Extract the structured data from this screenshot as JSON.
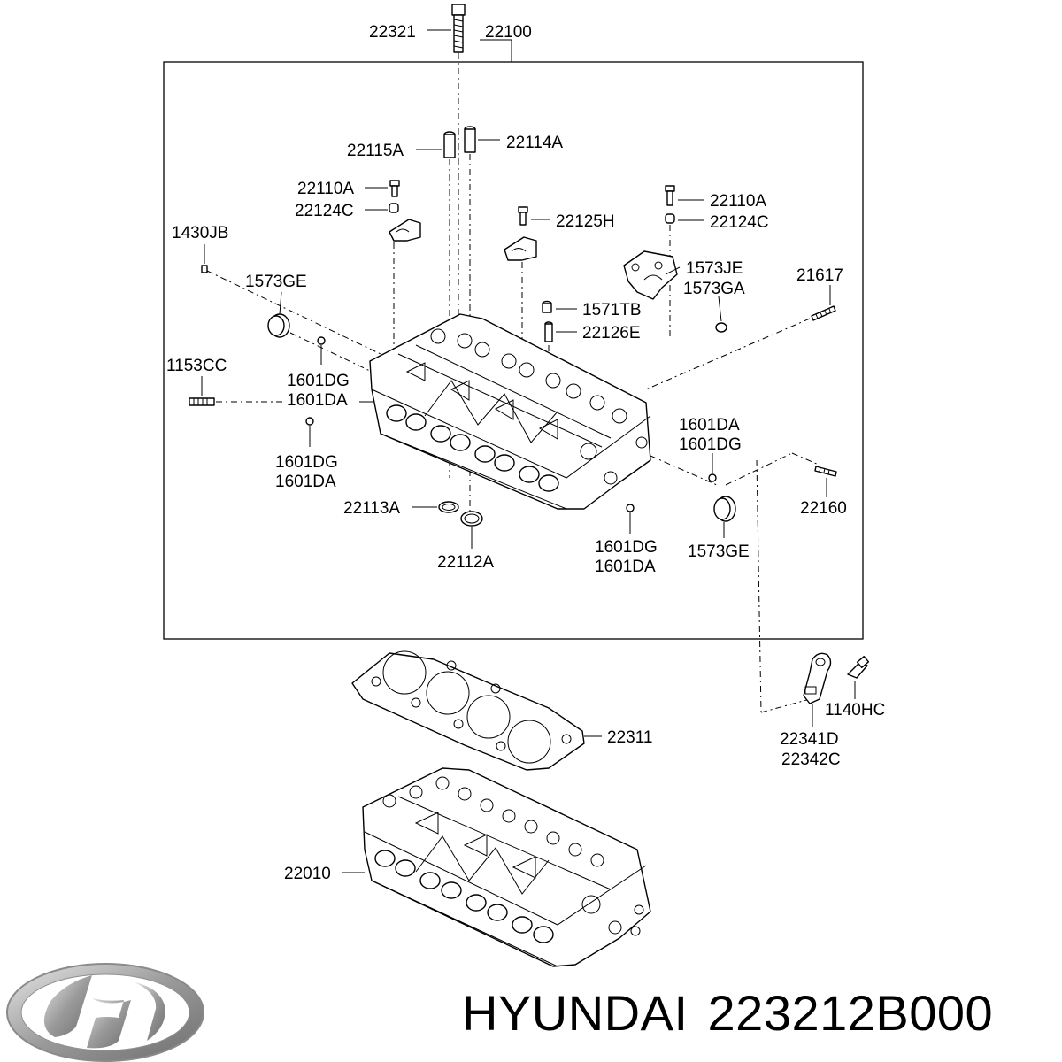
{
  "diagram": {
    "labels": {
      "l22321": "22321",
      "l22100": "22100",
      "l22115A": "22115A",
      "l22114A": "22114A",
      "l22110A_left": "22110A",
      "l22124C_left": "22124C",
      "l22110A_right": "22110A",
      "l22124C_right": "22124C",
      "l22125H": "22125H",
      "l1430JB": "1430JB",
      "l1573GE_top": "1573GE",
      "l1573JE": "1573JE",
      "l1573GA": "1573GA",
      "l21617": "21617",
      "l1571TB": "1571TB",
      "l22126E": "22126E",
      "l1153CC": "1153CC",
      "l1601DG_a": "1601DG",
      "l1601DA_a": "1601DA",
      "l1601DA_b": "1601DA",
      "l1601DG_b": "1601DG",
      "l1601DG_c": "1601DG",
      "l1601DA_c": "1601DA",
      "l22160": "22160",
      "l22113A": "22113A",
      "l22112A": "22112A",
      "l1601DG_d": "1601DG",
      "l1601DA_d": "1601DA",
      "l1573GE_bottom": "1573GE",
      "l1140HC": "1140HC",
      "l22311": "22311",
      "l22341D": "22341D",
      "l22342C": "22342C",
      "l22010": "22010"
    }
  },
  "footer": {
    "brand": "HYUNDAI",
    "part_number": "223212B000"
  },
  "logo": {
    "name": "hyundai-logo-icon",
    "color": "#9a9a9a"
  }
}
